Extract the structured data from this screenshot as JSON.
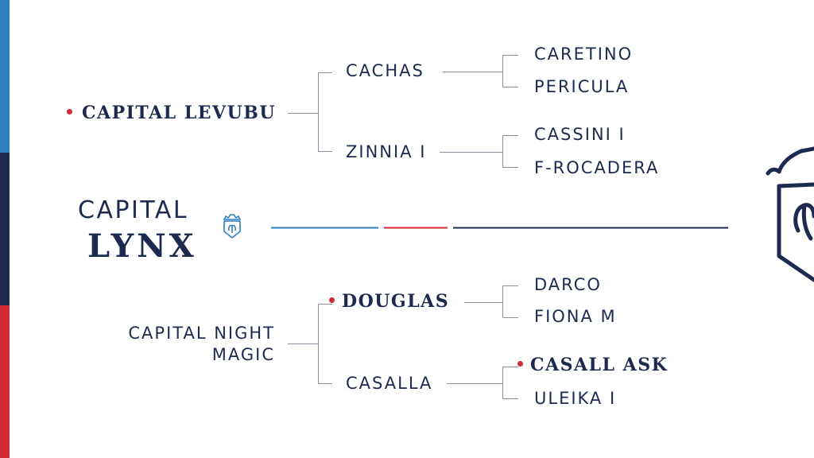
{
  "colors": {
    "navy": "#1d2a4f",
    "blue": "#2e7fc0",
    "red": "#d42a35",
    "connector": "#8a8f9c"
  },
  "icons": {
    "small_crest": "shield-crest-icon",
    "large_crest": "shield-crest-icon"
  },
  "subject": {
    "name_line1": "CAPITAL",
    "name_line2": "LYNX"
  },
  "sire": {
    "name": "CAPITAL LEVUBU",
    "marked": true,
    "sire": {
      "name": "CACHAS",
      "sire": "CARETINO",
      "dam": "PERICULA"
    },
    "dam": {
      "name": "ZINNIA I",
      "sire": "CASSINI I",
      "dam": "F-ROCADERA"
    }
  },
  "dam": {
    "name_line1": "CAPITAL NIGHT",
    "name_line2": "MAGIC",
    "sire": {
      "name": "DOUGLAS",
      "marked": true,
      "sire": "DARCO",
      "dam": "FIONA M"
    },
    "dam": {
      "name": "CASALLA",
      "sire": "CASALL ASK",
      "sire_marked": true,
      "dam": "ULEIKA I"
    }
  }
}
